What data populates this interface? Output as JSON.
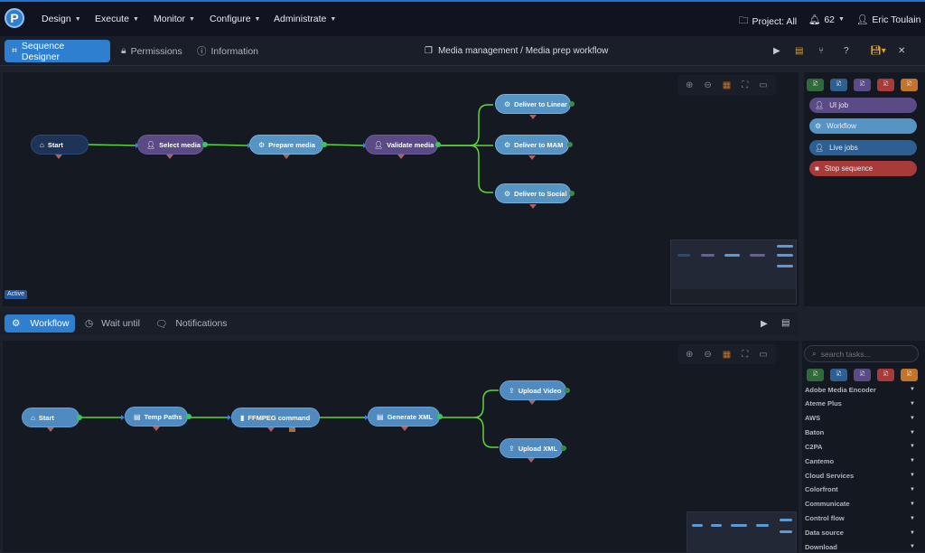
{
  "nav": {
    "logo": "P",
    "menus": [
      "Design",
      "Execute",
      "Monitor",
      "Configure",
      "Administrate"
    ],
    "project": "Project: All",
    "notifications": "62",
    "user": "Eric Toulain"
  },
  "toolbar": {
    "tabs": [
      "Sequence Designer",
      "Permissions",
      "Information"
    ],
    "breadcrumb": "Media management / Media prep workflow"
  },
  "top_canvas": {
    "status": "Active",
    "nodes": {
      "start": "Start",
      "select": "Select media",
      "prepare": "Prepare media",
      "validate": "Validate media",
      "linear": "Deliver to Linear",
      "mam": "Deliver to MAM",
      "social": "Deliver to Social"
    }
  },
  "side_panel": {
    "items": [
      "UI job",
      "Workflow",
      "Live jobs",
      "Stop sequence"
    ]
  },
  "bottom_tabs": [
    "Workflow",
    "Wait until",
    "Notifications"
  ],
  "bottom_canvas": {
    "nodes": {
      "start": "Start",
      "temp": "Temp Paths",
      "ffmpeg": "FFMPEG command",
      "xml": "Generate XML",
      "upvideo": "Upload Video",
      "upxml": "Upload XML"
    }
  },
  "task_panel": {
    "search_placeholder": "search tasks...",
    "categories": [
      "Adobe Media Encoder",
      "Ateme Plus",
      "AWS",
      "Baton",
      "C2PA",
      "Cantemo",
      "Cloud Services",
      "Colorfront",
      "Communicate",
      "Control flow",
      "Data source",
      "Download"
    ]
  },
  "colors": {
    "accent": "#2f7fd0",
    "edge": "#5fd43c",
    "palette": [
      "#2f6b3a",
      "#2d5f93",
      "#5a4a85",
      "#a83a3a",
      "#c4732b"
    ]
  }
}
